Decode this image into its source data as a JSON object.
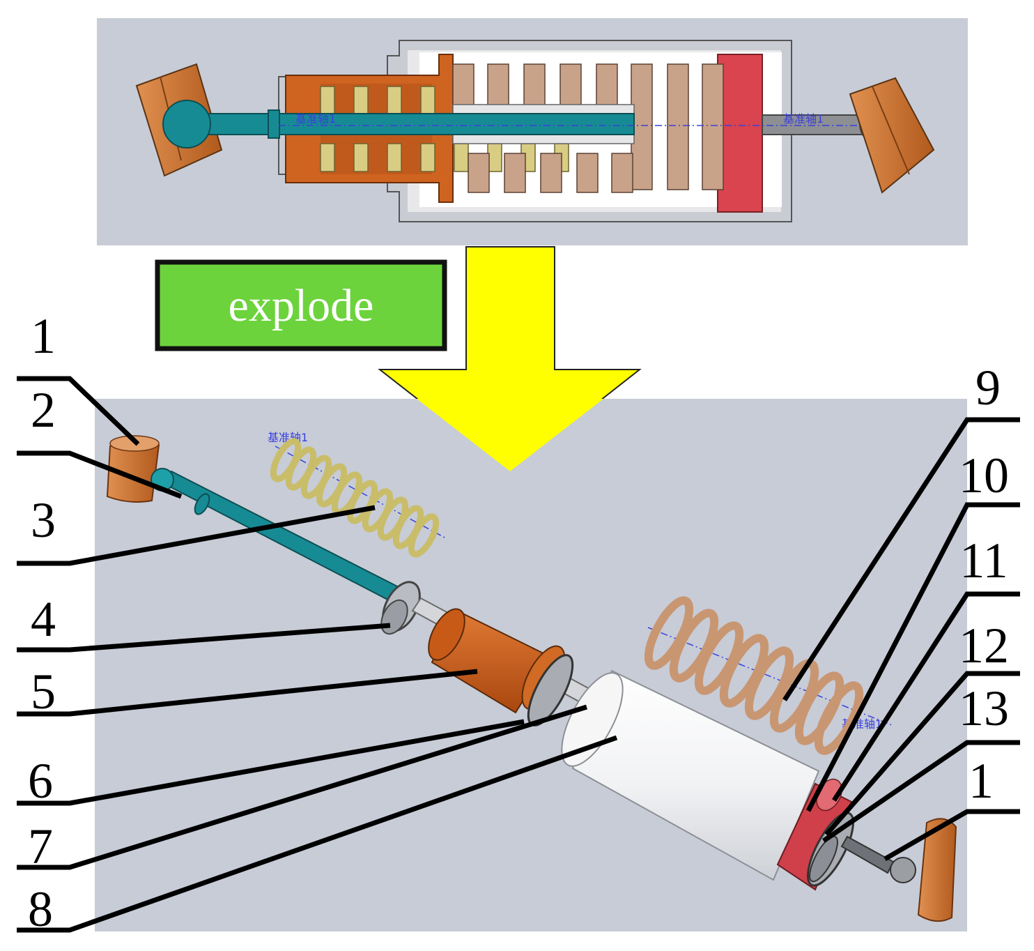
{
  "explode_button": {
    "label": "explode"
  },
  "axis_tag": "基准轴1",
  "callouts": [
    {
      "label": "1",
      "side": "left"
    },
    {
      "label": "2",
      "side": "left"
    },
    {
      "label": "3",
      "side": "left"
    },
    {
      "label": "4",
      "side": "left"
    },
    {
      "label": "5",
      "side": "left"
    },
    {
      "label": "6",
      "side": "left"
    },
    {
      "label": "7",
      "side": "left"
    },
    {
      "label": "8",
      "side": "left"
    },
    {
      "label": "9",
      "side": "right"
    },
    {
      "label": "10",
      "side": "right"
    },
    {
      "label": "11",
      "side": "right"
    },
    {
      "label": "12",
      "side": "right"
    },
    {
      "label": "13",
      "side": "right"
    },
    {
      "label": "1",
      "side": "right"
    }
  ],
  "colors": {
    "panel_bg": "#c7ccd7",
    "arrow": "#ffff00",
    "button_fill": "#6cd33c",
    "rod": "#178b94",
    "housing": "#c7c9cd",
    "orange": "#cf6320",
    "spring_light": "#d9ce8a",
    "spring_dark": "#c98f6a",
    "red_part": "#d0404a",
    "end_cap": "#c8722f"
  }
}
